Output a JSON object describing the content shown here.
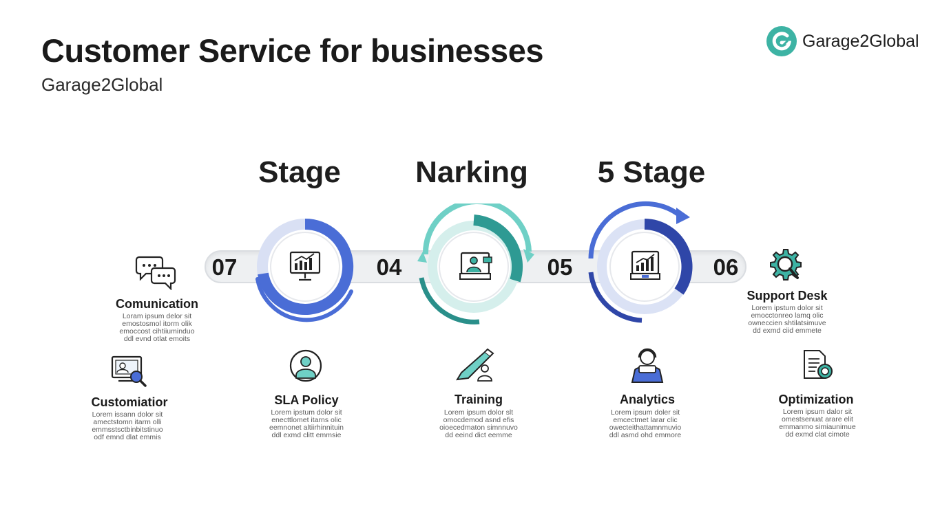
{
  "header": {
    "title": "Customer Service for businesses",
    "subtitle": "Garage2Global"
  },
  "brand": {
    "name": "Garage2Global",
    "logo_icon": "g-logo-icon",
    "color": "#3db3a4"
  },
  "stages": [
    {
      "title": "Stage",
      "color": "#4a6dd6"
    },
    {
      "title": "Narking",
      "color": "#2fa9a0"
    },
    {
      "title": "5 Stage",
      "color": "#3a55c4"
    }
  ],
  "track_numbers": [
    "07",
    "04",
    "05",
    "06"
  ],
  "steps": [
    {
      "title": "Comunication",
      "icon": "chat-bubbles-icon",
      "desc": [
        "Loram ipsum delor sit",
        "emostosmol itorm olik",
        "emoccost cihtiiuminduo",
        "ddl evnd otlat emoits"
      ]
    },
    {
      "title": "Support Desk",
      "icon": "gear-search-icon",
      "desc": [
        "Lorem ipstum dolor sit",
        "emocctonreo lamq olic",
        "owneccien shtilatsimuve",
        "dd exmd ciid emmete"
      ]
    },
    {
      "title": "Customiatior",
      "icon": "screen-magnifier-icon",
      "desc": [
        "Lorem issann dolor sit",
        "amectstomn itarm olli",
        "emmsstsctbinbitstinuo",
        "odf emnd dlat emmis"
      ]
    },
    {
      "title": "SLA Policy",
      "icon": "user-avatar-icon",
      "desc": [
        "Lorem ipstum dolor sit",
        "enecttlomet itarns olic",
        "eemnonet altiirhinnituin",
        "ddl exmd clitt emmsie"
      ]
    },
    {
      "title": "Training",
      "icon": "pen-person-icon",
      "desc": [
        "Lorem ipsum dolor slt",
        "omocdemod asnd efis",
        "oioecedmaton simnnuvo",
        "dd eeind dict eemme"
      ]
    },
    {
      "title": "Analytics",
      "icon": "support-agent-icon",
      "desc": [
        "Lorem ipsum doler sit",
        "emcectmet larar clic",
        "owecteithattamnmuvio",
        "ddl asmd ohd emmore"
      ]
    },
    {
      "title": "Optimization",
      "icon": "document-search-icon",
      "desc": [
        "Lorem ipsum dalor sit",
        "omestsenuat arare elit",
        "emmanmo simiaunimue",
        "dd exmd clat cimote"
      ]
    }
  ],
  "ring_icons": [
    "monitor-chart-icon",
    "video-presenter-icon",
    "monitor-chart-icon"
  ]
}
